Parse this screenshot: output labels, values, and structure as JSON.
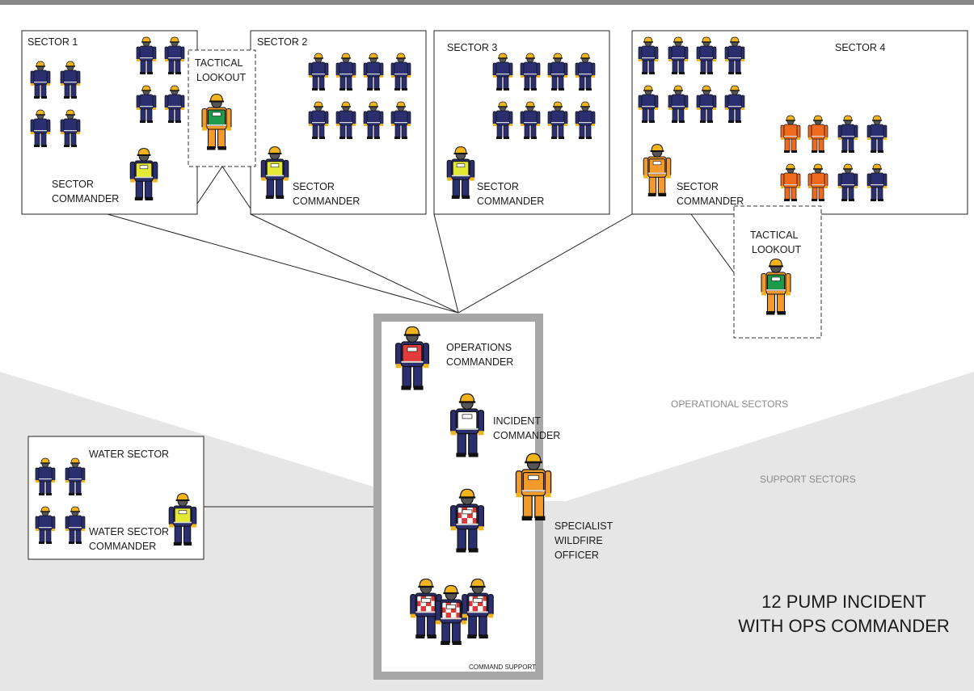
{
  "diagram": {
    "title_line1": "12 PUMP INCIDENT",
    "title_line2": "WITH OPS COMMANDER",
    "zones": {
      "operational": "OPERATIONAL SECTORS",
      "support": "SUPPORT SECTORS"
    },
    "sectors": {
      "s1": {
        "name": "SECTOR 1",
        "commander_1": "SECTOR",
        "commander_2": "COMMANDER"
      },
      "s2": {
        "name": "SECTOR 2",
        "commander_1": "SECTOR",
        "commander_2": "COMMANDER"
      },
      "s3": {
        "name": "SECTOR 3",
        "commander_1": "SECTOR",
        "commander_2": "COMMANDER"
      },
      "s4": {
        "name": "SECTOR 4",
        "commander_1": "SECTOR",
        "commander_2": "COMMANDER"
      }
    },
    "lookout": {
      "line1": "TACTICAL",
      "line2": "LOOKOUT"
    },
    "water": {
      "name": "WATER SECTOR",
      "commander_1": "WATER SECTOR",
      "commander_2": "COMMANDER"
    },
    "command": {
      "ops_1": "OPERATIONS",
      "ops_2": "COMMANDER",
      "ic_1": "INCIDENT",
      "ic_2": "COMMANDER",
      "swo_1": "SPECIALIST",
      "swo_2": "WILDFIRE",
      "swo_3": "OFFICER",
      "support": "COMMAND SUPPORT"
    },
    "colors": {
      "uniform": "#2b2f6f",
      "helmet": "#f2b41c",
      "tabard_yellow": "#e4ea34",
      "tabard_red": "#e33b3b",
      "tabard_white": "#ffffff",
      "tabard_green": "#1e9a4b",
      "ppe_orange": "#f29a2b",
      "ppe_red_orange": "#ef6a1d",
      "check_red": "#d83a3a",
      "zone_gray": "#e6e6e6",
      "command_frame": "#a7a7a7"
    }
  }
}
